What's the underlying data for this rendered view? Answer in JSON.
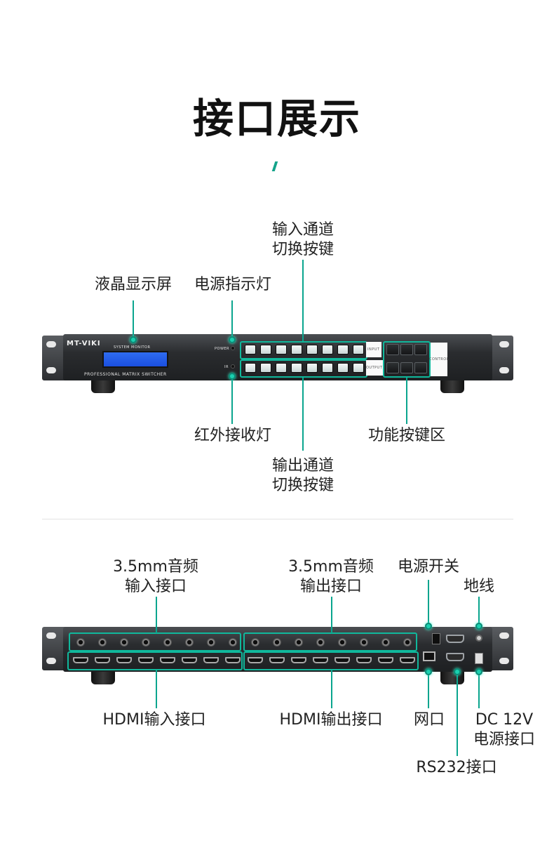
{
  "title": "接口展示",
  "front_panel": {
    "brand": "MT-VIKI",
    "screen_caption": "SYSTEM MONITOR",
    "model_caption": "PROFESSIONAL MATRIX SWITCHER",
    "power_text": "POWER",
    "ir_text": "IR",
    "control_text": "CONTROL",
    "input_row_tag": "INPUT",
    "output_row_tag": "OUTPUT",
    "labels": {
      "lcd": "液晶显示屏",
      "power_led": "电源指示灯",
      "input_buttons": "输入通道\n切换按键",
      "ir_receiver": "红外接收灯",
      "output_buttons": "输出通道\n切换按键",
      "function_buttons": "功能按键区"
    }
  },
  "rear_panel": {
    "labels": {
      "audio_in": "3.5mm音频\n输入接口",
      "audio_out": "3.5mm音频\n输出接口",
      "power_switch": "电源开关",
      "ground": "地线",
      "hdmi_in": "HDMI输入接口",
      "hdmi_out": "HDMI输出接口",
      "lan": "网口",
      "dc_power": "DC 12V\n电源接口",
      "rs232": "RS232接口"
    }
  },
  "colors": {
    "accent": "#0aa58e",
    "glow": "#1bd0b0",
    "lcd": "#2563eb"
  }
}
